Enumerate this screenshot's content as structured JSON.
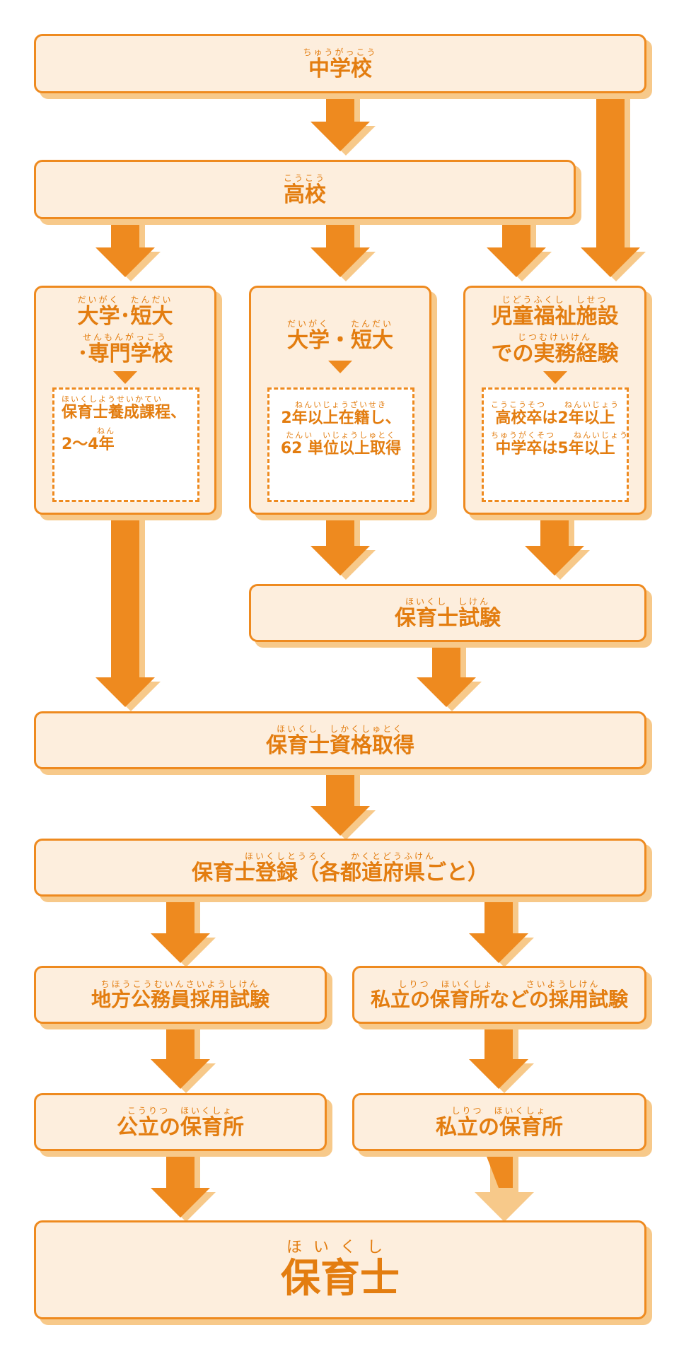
{
  "colors": {
    "orange": "#ee8a1f",
    "box_fill": "#fdeedd",
    "shadow": "#f7c98a",
    "text": "#e37d10"
  },
  "nodes": {
    "middle_school": {
      "ruby": "ちゅうがっこう",
      "label": "中学校"
    },
    "high_school": {
      "ruby": "こうこう",
      "label": "高校"
    },
    "college_left": {
      "ruby1": "だいがく　たんだい",
      "line1": "大学･短大",
      "ruby2": "せんもんがっこう",
      "line2": "･専門学校",
      "detail_ruby1": "ほいくしようせいかてい",
      "detail_line1": "保育士養成課程、",
      "detail_ruby2": "ねん",
      "detail_line2": "2〜4年"
    },
    "college_mid": {
      "ruby1": "だいがく　　たんだい",
      "line1": "大学・短大",
      "detail_ruby1": "ねんいじょうざいせき",
      "detail_line1": "2年以上在籍し、",
      "detail_ruby2": "たんい　いじょうしゅとく",
      "detail_line2": "62 単位以上取得"
    },
    "welfare": {
      "ruby1": "じどうふくし　しせつ",
      "line1": "児童福祉施設",
      "ruby2": "じつむけいけん",
      "line2": "での実務経験",
      "detail_ruby1": "こうこうそつ　　ねんいじょう",
      "detail_line1": "高校卒は2年以上",
      "detail_ruby2": "ちゅうがくそつ　　ねんいじょう",
      "detail_line2": "中学卒は5年以上"
    },
    "exam": {
      "ruby": "ほいくし　しけん",
      "label": "保育士試験"
    },
    "qualification": {
      "ruby": "ほいくし　しかくしゅとく",
      "label": "保育士資格取得"
    },
    "registration": {
      "ruby": "ほいくしとうろく　　かくとどうふけん",
      "label": "保育士登録（各都道府県ごと）"
    },
    "public_exam": {
      "ruby": "ちほうこうむいんさいようしけん",
      "label": "地方公務員採用試験"
    },
    "private_exam": {
      "ruby": "しりつ　ほいくしょ　　　さいようしけん",
      "label": "私立の保育所などの採用試験"
    },
    "public_nursery": {
      "ruby": "こうりつ　ほいくしょ",
      "label": "公立の保育所"
    },
    "private_nursery": {
      "ruby": "しりつ　ほいくしょ",
      "label": "私立の保育所"
    },
    "final": {
      "ruby": "ほいくし",
      "label": "保育士"
    }
  }
}
